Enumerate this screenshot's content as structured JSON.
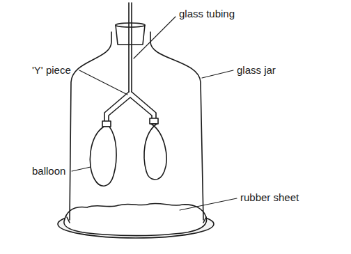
{
  "diagram": {
    "labels": [
      "glass tubing",
      "'Y' piece",
      "glass jar",
      "balloon",
      "rubber sheet"
    ]
  }
}
